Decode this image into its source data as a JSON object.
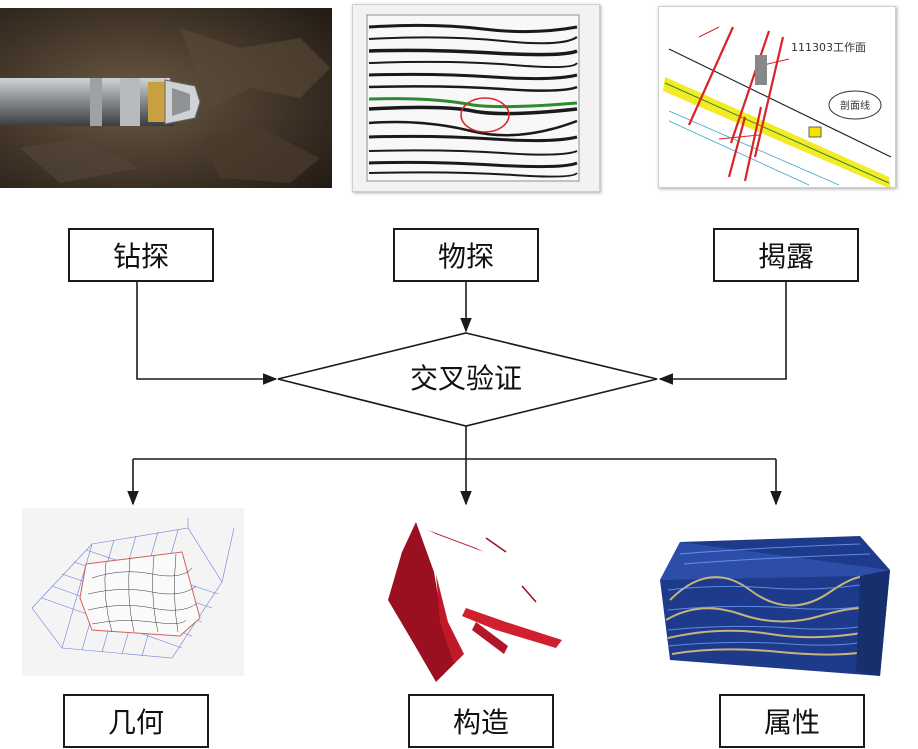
{
  "sources": {
    "drilling": "钻探",
    "geophysical": "物探",
    "exposure": "揭露"
  },
  "center": {
    "label": "交叉验证"
  },
  "outputs": {
    "geometry": "几何",
    "structure": "构造",
    "attribute": "属性"
  },
  "exposure_map": {
    "title": "111303工作面",
    "callout": "剖面线"
  },
  "colors": {
    "line": "#1a1a1a",
    "red": "#d8232a",
    "yellow": "#f2e600",
    "fault_red": "#9a1020"
  }
}
